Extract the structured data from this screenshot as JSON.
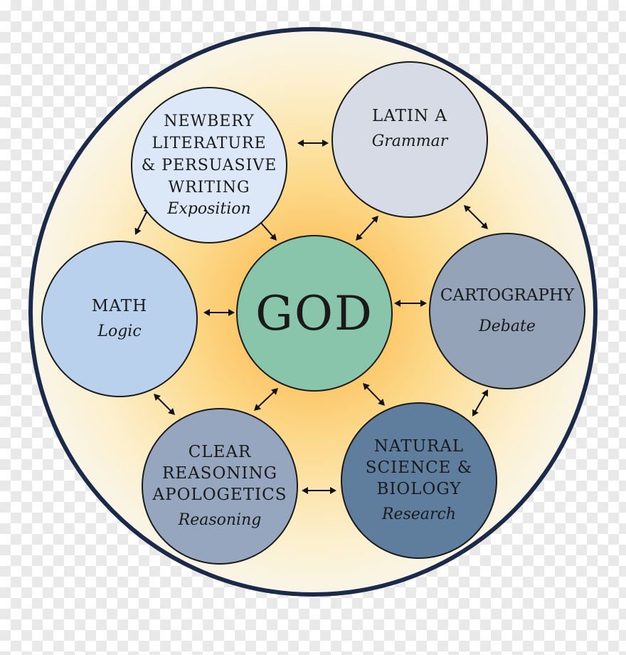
{
  "diagram": {
    "center": {
      "label": "GOD"
    },
    "nodes": [
      {
        "id": "newbery",
        "title_lines": [
          "NEWBERY",
          "LITERATURE",
          "& PERSUASIVE",
          "WRITING"
        ],
        "subtitle": "Exposition"
      },
      {
        "id": "latin",
        "title_lines": [
          "LATIN A"
        ],
        "subtitle": "Grammar"
      },
      {
        "id": "math",
        "title_lines": [
          "MATH"
        ],
        "subtitle": "Logic"
      },
      {
        "id": "cartography",
        "title_lines": [
          "CARTOGRAPHY"
        ],
        "subtitle": "Debate"
      },
      {
        "id": "clear",
        "title_lines": [
          "CLEAR",
          "REASONING",
          "APOLOGETICS"
        ],
        "subtitle": "Reasoning"
      },
      {
        "id": "natural",
        "title_lines": [
          "NATURAL",
          "SCIENCE &",
          "BIOLOGY"
        ],
        "subtitle": "Research"
      }
    ],
    "colors": {
      "outer_ring": "#1c2a4a",
      "glow_center": "#fbb040",
      "glow_edge": "#fbf3dc",
      "arrow": "#111111"
    }
  }
}
